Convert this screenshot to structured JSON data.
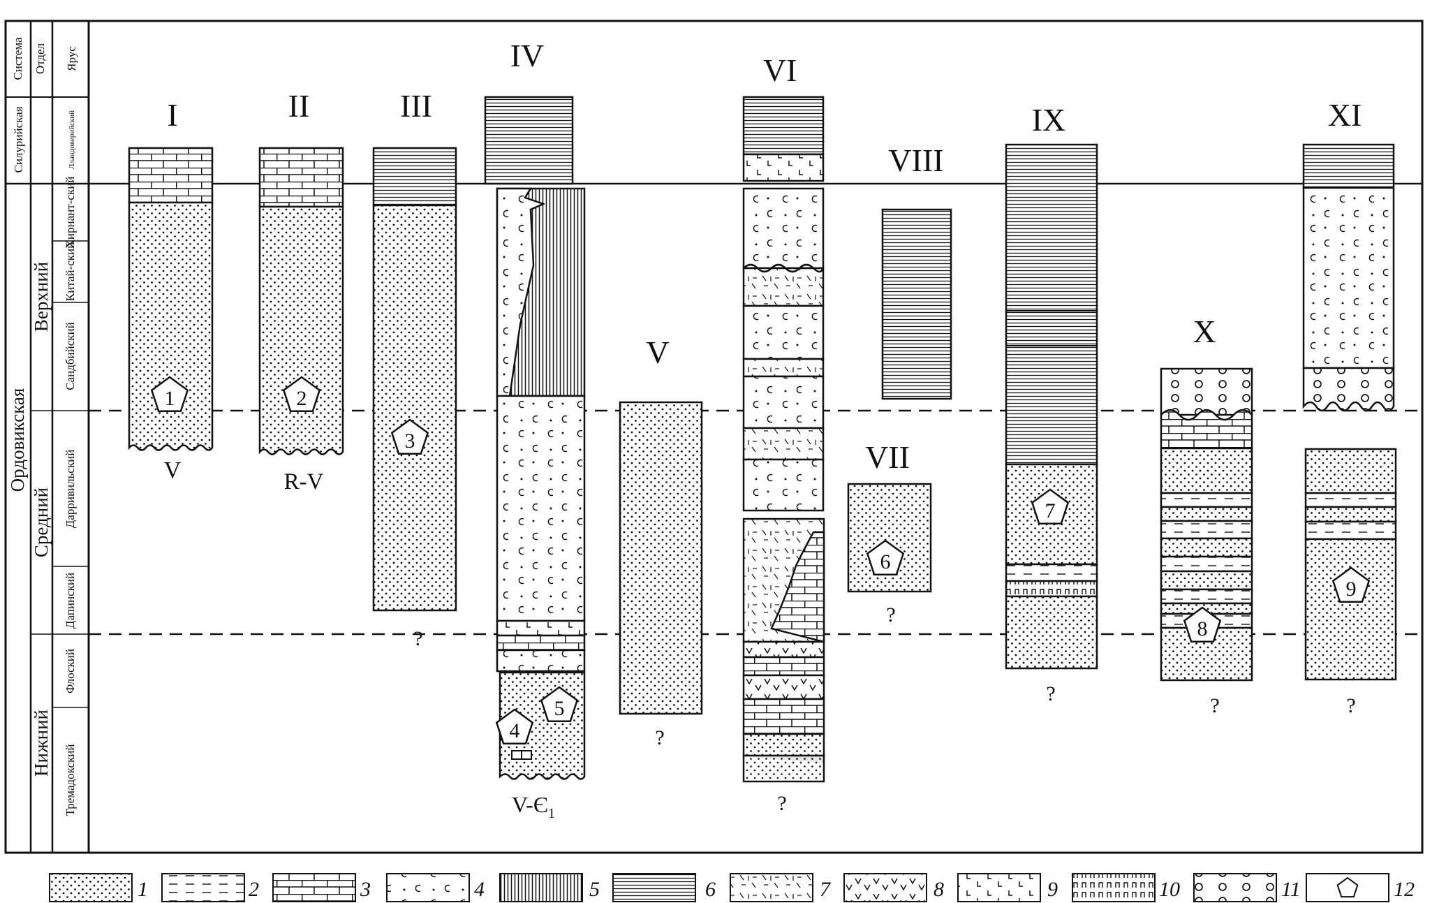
{
  "strat_header": {
    "system": "Система",
    "series": "Отдел",
    "stage": "Ярус"
  },
  "systems": {
    "silurian": "Силурийская",
    "ordovician": "Ордовикская"
  },
  "series": {
    "upper": "Верхний",
    "middle": "Средний",
    "lower": "Нижний"
  },
  "stages": {
    "llandovery": "Лландоверийский",
    "hirnantian": "Хирнант-ский",
    "katian": "Китай-ский",
    "sandbian": "Сандбийский",
    "darriwilian": "Дарривильский",
    "dapingian": "Дапинский",
    "floian": "Флоский",
    "tremadocian": "Тремадокский"
  },
  "columns": [
    {
      "id": "I",
      "label": "I",
      "base": "V"
    },
    {
      "id": "II",
      "label": "II",
      "base": "R-V"
    },
    {
      "id": "III",
      "label": "III",
      "base": "?"
    },
    {
      "id": "IV",
      "label": "IV",
      "base": "V-Є",
      "base_sub": "1"
    },
    {
      "id": "V",
      "label": "V",
      "base": "?"
    },
    {
      "id": "VI",
      "label": "VI",
      "base": "?"
    },
    {
      "id": "VII",
      "label": "VII",
      "base": "?"
    },
    {
      "id": "VIII",
      "label": "VIII",
      "base": ""
    },
    {
      "id": "IX",
      "label": "IX",
      "base": "?"
    },
    {
      "id": "X",
      "label": "X",
      "base": "?"
    },
    {
      "id": "XI",
      "label": "XI",
      "base": "?"
    }
  ],
  "markers": [
    "1",
    "2",
    "3",
    "4",
    "5",
    "6",
    "7",
    "8",
    "9"
  ],
  "legend": [
    {
      "num": "1",
      "pattern": "dots"
    },
    {
      "num": "2",
      "pattern": "dashes"
    },
    {
      "num": "3",
      "pattern": "bricks"
    },
    {
      "num": "4",
      "pattern": "c-marks"
    },
    {
      "num": "5",
      "pattern": "vertical-lines"
    },
    {
      "num": "6",
      "pattern": "horizontal-lines"
    },
    {
      "num": "7",
      "pattern": "tuff-dashes"
    },
    {
      "num": "8",
      "pattern": "v-marks"
    },
    {
      "num": "9",
      "pattern": "l-marks"
    },
    {
      "num": "10",
      "pattern": "n-marks"
    },
    {
      "num": "11",
      "pattern": "circles"
    },
    {
      "num": "12",
      "pattern": "pentagon"
    }
  ]
}
